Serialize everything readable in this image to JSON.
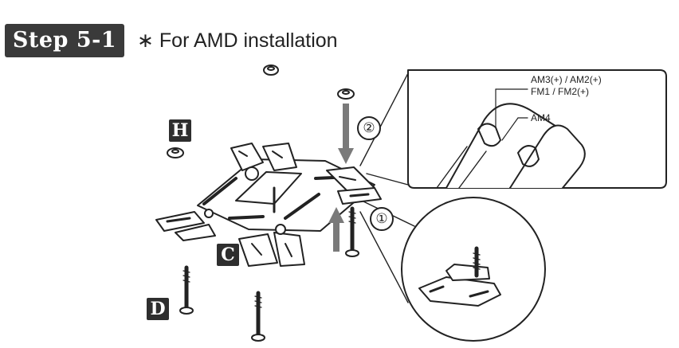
{
  "header": {
    "step_label": "Step 5-1",
    "subtitle": "∗ For AMD installation"
  },
  "parts": {
    "h_label": "H",
    "c_label": "C",
    "d_label": "D"
  },
  "steps": {
    "one": "①",
    "two": "②"
  },
  "callout": {
    "line1": "AM3(+) / AM2(+)",
    "line2": "FM1 / FM2(+)",
    "line3": "AM4"
  }
}
